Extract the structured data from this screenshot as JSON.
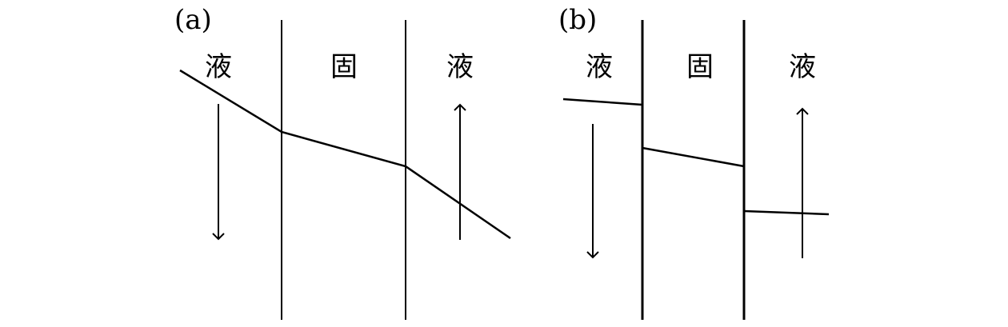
{
  "panels": [
    {
      "label": "(a)",
      "regions": [
        "液",
        "固",
        "液"
      ]
    },
    {
      "label": "(b)",
      "regions": [
        "液",
        "固",
        "液"
      ]
    }
  ]
}
